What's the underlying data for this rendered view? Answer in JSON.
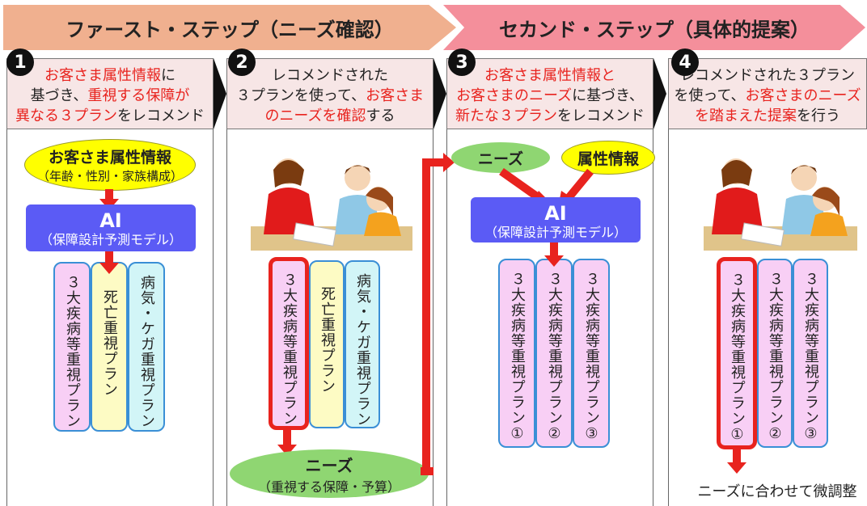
{
  "banners": {
    "first": "ファースト・ステップ（ニーズ確認）",
    "second": "セカンド・ステップ（具体的提案）"
  },
  "steps": [
    {
      "num": "1",
      "l1a": "お客さま属性情報",
      "l1b": "に",
      "l2a": "基づき、",
      "l2b": "重視する保障が",
      "l3a": "異なる３プラン",
      "l3b": "をレコメンド"
    },
    {
      "num": "2",
      "l1": "レコメンドされた",
      "l2a": "３プランを使って、",
      "l2b": "お客さま",
      "l3a": "のニーズを確認",
      "l3b": "する"
    },
    {
      "num": "3",
      "l1": "お客さま属性情報と",
      "l2a": "お客さまのニーズ",
      "l2b": "に基づき、",
      "l3a": "新たな３プラン",
      "l3b": "をレコメンド"
    },
    {
      "num": "4",
      "l1": "レコメンドされた３プラン",
      "l2a": "を使って、",
      "l2b": "お客さまのニーズ",
      "l3a": "を踏まえた提案",
      "l3b": "を行う"
    }
  ],
  "col1": {
    "attr_title": "お客さま属性情報",
    "attr_sub": "（年齢・性別・家族構成）",
    "ai_title": "AI",
    "ai_sub": "（保障設計予測モデル）",
    "plans": [
      "３大疾病等重視プラン",
      "死亡重視プラン",
      "病気・ケガ重視プラン"
    ]
  },
  "col2": {
    "plans": [
      "３大疾病等重視プラン",
      "死亡重視プラン",
      "病気・ケガ重視プラン"
    ],
    "needs_title": "ニーズ",
    "needs_sub": "（重視する保障・予算）"
  },
  "col3": {
    "needs": "ニーズ",
    "attr": "属性情報",
    "ai_title": "AI",
    "ai_sub": "（保障設計予測モデル）",
    "plans": [
      "３大疾病等重視プラン①",
      "３大疾病等重視プラン②",
      "３大疾病等重視プラン③"
    ]
  },
  "col4": {
    "plans": [
      "３大疾病等重視プラン①",
      "３大疾病等重視プラン②",
      "３大疾病等重視プラン③"
    ],
    "adjust": "ニーズに合わせて微調整"
  },
  "colors": {
    "accent": "#e8231e",
    "ai": "#5b5bf5",
    "yellow": "#ffff00",
    "green": "#8fd672"
  }
}
